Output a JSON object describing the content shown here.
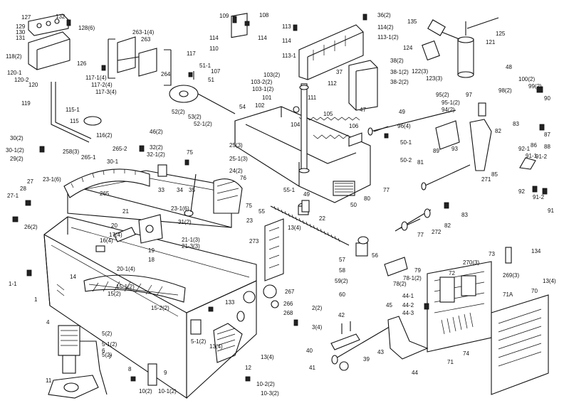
{
  "labels": {
    "l1": "1",
    "l1_1": "1-1",
    "l2_2": "2(2)",
    "l3_4": "3(4)",
    "l4": "4",
    "l5_2": "5(2)",
    "l5_1_2": "5-1(2)",
    "l5_1_2b": "5-1(2)",
    "l5_2b": "5(2)",
    "l6": "6",
    "l7": "7",
    "l8": "8",
    "l9": "9",
    "l10_2": "10(2)",
    "l10_1_2": "10-1(2)",
    "l10_2_2": "10-2(2)",
    "l10_3_2": "10-3(2)",
    "l11": "11",
    "l12": "12",
    "l13_4": "13(4)",
    "l13_4b": "13(4)",
    "l13_4c": "13(4)",
    "l14": "14",
    "l15_2": "15(2)",
    "l15_1_2": "15-1(2)",
    "l15_2_2": "15-2(2)",
    "l16_4": "16(4)",
    "l17_4": "17(4)",
    "l18": "18",
    "l19": "19",
    "l20": "20",
    "l20_1_4": "20-1(4)",
    "l21": "21",
    "l21_1_3": "21-1(3)",
    "l21_3": "21-3(3)",
    "l22": "22",
    "l23": "23",
    "l23_1_6": "23-1(6)",
    "l23_1_6b": "23-1(6)",
    "l24_2": "24(2)",
    "l25_3": "25(3)",
    "l25_1_3": "25-1(3)",
    "l26_2": "26(2)",
    "l27": "27",
    "l27_1": "27-1",
    "l28": "28",
    "l29_2": "29(2)",
    "l30_2": "30(2)",
    "l30_1_2": "30-1(2)",
    "l30_1": "30-1",
    "l31_2": "31(2)",
    "l32_2": "32(2)",
    "l32_1_2": "32-1(2)",
    "l33": "33",
    "l34": "34",
    "l35": "35",
    "l36_2": "36(2)",
    "l37": "37",
    "l38_2": "38(2)",
    "l38_1_2": "38-1(2)",
    "l38_2_2": "38-2(2)",
    "l39": "39",
    "l40": "40",
    "l41": "41",
    "l42": "42",
    "l43": "43",
    "l44": "44",
    "l44_1": "44-1",
    "l44_2": "44-2",
    "l44_3": "44-3",
    "l45": "45",
    "l46_2": "46(2)",
    "l47": "47",
    "l48": "48",
    "l49": "49",
    "l49b": "49",
    "l50": "50",
    "l50_1": "50-1",
    "l50_2": "50-2",
    "l51": "51",
    "l51_1": "51-1",
    "l52_2": "52(2)",
    "l52_1_2": "52-1(2)",
    "l53_2": "53(2)",
    "l54": "54",
    "l55": "55",
    "l55_1": "55-1",
    "l56": "56",
    "l57": "57",
    "l58": "58",
    "l59_2": "59(2)",
    "l60": "60",
    "l70": "70",
    "l71": "71",
    "l71A": "71A",
    "l72": "72",
    "l73": "73",
    "l74": "74",
    "l75": "75",
    "l75b": "75",
    "l76": "76",
    "l77": "77",
    "l77b": "77",
    "l78_1_2": "78-1(2)",
    "l78_2": "78(2)",
    "l79": "79",
    "l80": "80",
    "l81": "81",
    "l82": "82",
    "l82b": "82",
    "l83": "83",
    "l83b": "83",
    "l85": "85",
    "l86": "86",
    "l87": "87",
    "l88": "88",
    "l89": "89",
    "l90": "90",
    "l91": "91",
    "l91_1": "91-1",
    "l91_2": "91-2",
    "l91_2b": "91-2",
    "l92": "92",
    "l92_1": "92-1",
    "l93": "93",
    "l94_2": "94(2)",
    "l95_2": "95(2)",
    "l95_1_2": "95-1(2)",
    "l96_4": "96(4)",
    "l97": "97",
    "l98_2": "98(2)",
    "l99_2": "99(2)",
    "l100_2": "100(2)",
    "l101": "101",
    "l102": "102",
    "l103_2": "103(2)",
    "l103_1_2": "103-1(2)",
    "l103_2_2": "103-2(2)",
    "l104": "104",
    "l105": "105",
    "l106": "106",
    "l107": "107",
    "l108": "108",
    "l109": "109",
    "l110": "110",
    "l111": "111",
    "l112": "112",
    "l113": "113",
    "l113_1": "113-1",
    "l113_1_2": "113-1(2)",
    "l114": "114",
    "l114b": "114",
    "l114_2": "114(2)",
    "l114c": "114",
    "l115": "115",
    "l115_1": "115-1",
    "l116_2": "116(2)",
    "l117": "117",
    "l117_1_4": "117-1(4)",
    "l117_2_4": "117-2(4)",
    "l117_3_4": "117-3(4)",
    "l118_2": "118(2)",
    "l119": "119",
    "l120": "120",
    "l120_1": "120-1",
    "l120_2": "120-2",
    "l121": "121",
    "l122_3": "122(3)",
    "l123_3": "123(3)",
    "l124": "124",
    "l125": "125",
    "l126": "126",
    "l127": "127",
    "l128_6": "128(6)",
    "l129": "129",
    "l130": "130",
    "l131": "131",
    "l132": "132",
    "l133": "133",
    "l134": "134",
    "l135": "135",
    "l258_3": "258(3)",
    "l263": "263",
    "l263_1_4": "263-1(4)",
    "l264": "264",
    "l265": "265",
    "l265_1": "265-1",
    "l265_2": "265-2",
    "l266": "266",
    "l267": "267",
    "l268": "268",
    "l269_3": "269(3)",
    "l270_3": "270(3)",
    "l271": "271",
    "l272": "272",
    "l273": "273",
    "l13_4d": "13(4)"
  }
}
